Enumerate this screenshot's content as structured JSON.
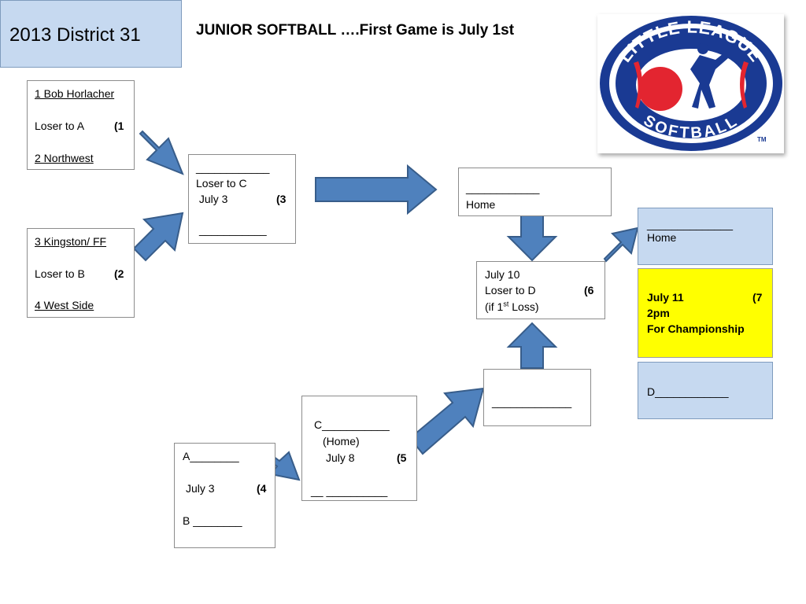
{
  "header": {
    "district": "2013 District 31"
  },
  "title": "JUNIOR SOFTBALL ….First Game is July 1st",
  "logo": {
    "top_text": "LITTLE LEAGUE",
    "bottom_text": "SOFTBALL",
    "tm": "TM",
    "colors": {
      "ring": "#1a3a93",
      "red": "#e32530",
      "white": "#ffffff"
    }
  },
  "game1": {
    "team1": "1 Bob Horlacher",
    "loser": "Loser to A",
    "num": "(1",
    "team2": "2 Northwest"
  },
  "game2": {
    "team1": "3 Kingston/ FF",
    "loser": "Loser to B",
    "num": "(2",
    "team2": "4 West Side"
  },
  "game3": {
    "line1": "____________",
    "loser": "Loser to C",
    "date": " July 3",
    "num": "(3",
    "line2": "___________"
  },
  "winners_final": {
    "line": "____________",
    "home": "Home"
  },
  "game4": {
    "a": "A________",
    "date": "July 3",
    "num": "(4",
    "b": "B ________"
  },
  "game5": {
    "c": "C___________",
    "home": "(Home)",
    "date": "July 8",
    "num": "(5",
    "line": "__ __________"
  },
  "losers_final": {
    "line": "_____________"
  },
  "game6": {
    "date": "July 10",
    "loser": "Loser to D",
    "num": "(6",
    "note_pre": "(if 1",
    "note_sup": "st",
    "note_post": " Loss)"
  },
  "champ_home": {
    "line": "______________",
    "home": "Home"
  },
  "championship": {
    "date": "July 11",
    "num": "(7",
    "time": "2pm",
    "label": "For Championship"
  },
  "champ_d": {
    "line": "D____________"
  },
  "colors": {
    "arrow_fill": "#4f81bd",
    "arrow_stroke": "#385d8a",
    "blue_box": "#c6d9f0",
    "yellow_box": "#ffff00"
  }
}
